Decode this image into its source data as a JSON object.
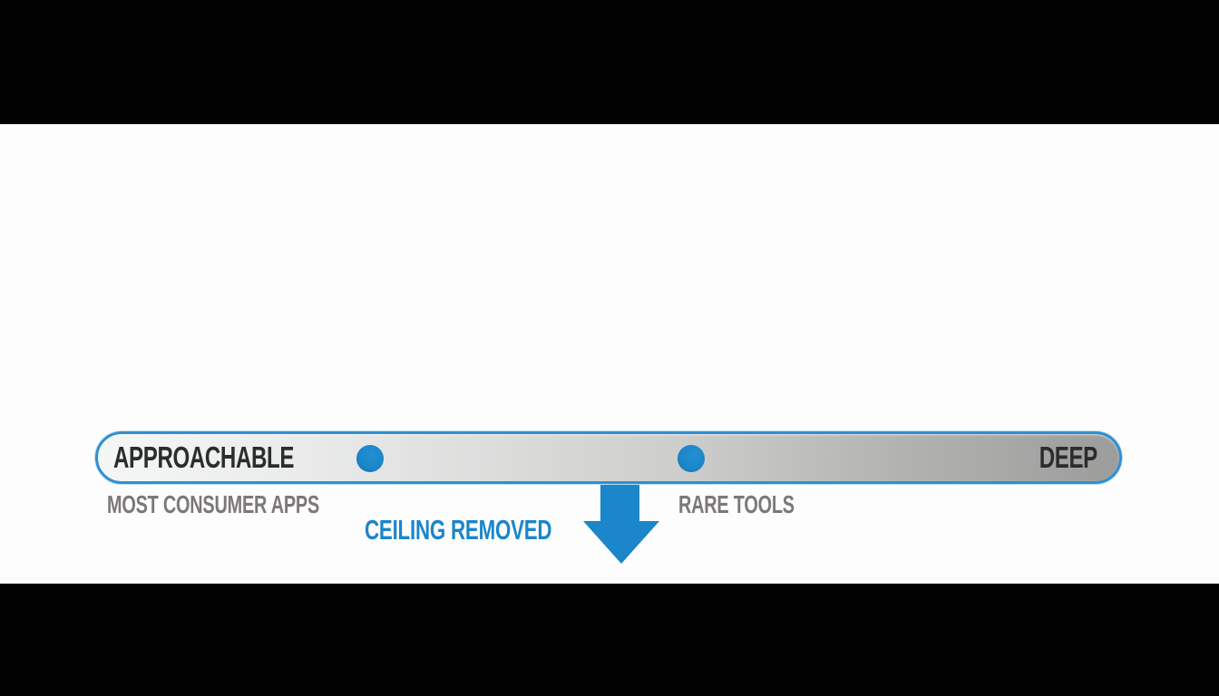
{
  "scene": {
    "kind": "presentation-slide",
    "background_color": "#020202",
    "canvas_color": "#fdfdfd"
  },
  "colors": {
    "accent_blue": "#1b86c9",
    "bar_border_blue": "#2f90d1",
    "dark_text": "#2a2c2d",
    "gray_text": "#7b7877",
    "bar_gradient_left": "#f5f6f6",
    "bar_gradient_right": "#9c9c9b"
  },
  "spectrum": {
    "left_end_label": "APPROACHABLE",
    "right_end_label": "DEEP",
    "markers": [
      {
        "position": "left-third",
        "caption": "MOST CONSUMER APPS"
      },
      {
        "position": "middle-right",
        "caption": "RARE TOOLS"
      }
    ],
    "annotation": {
      "label": "CEILING REMOVED",
      "icon": "down-arrow"
    }
  }
}
